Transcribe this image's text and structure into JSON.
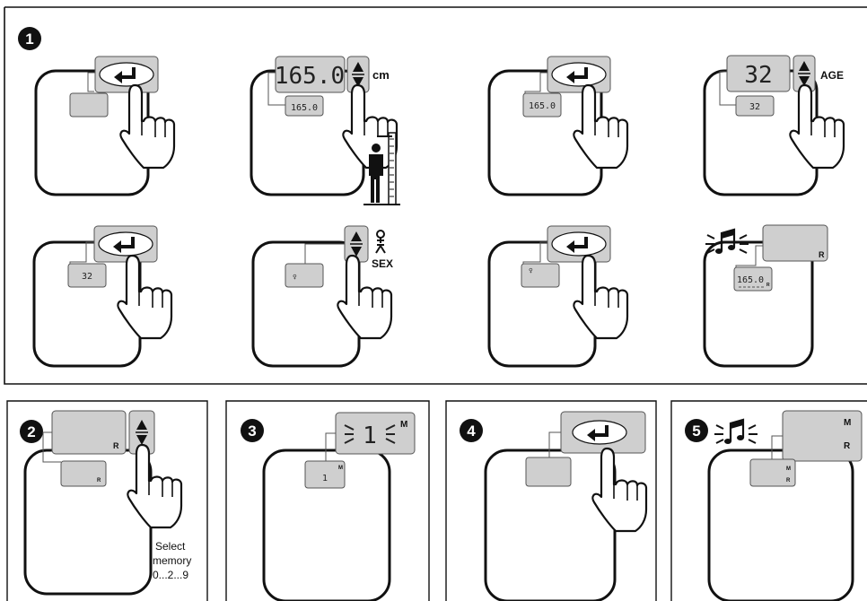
{
  "steps": [
    {
      "number": "1"
    },
    {
      "number": "2"
    },
    {
      "number": "3"
    },
    {
      "number": "4"
    },
    {
      "number": "5"
    }
  ],
  "height": {
    "value": "165.0",
    "small_value": "165.0",
    "unit": "cm"
  },
  "age": {
    "value": "32",
    "small_value": "32",
    "label": "AGE"
  },
  "sex": {
    "label": "SEX",
    "small_value": "♀"
  },
  "confirm_result": {
    "small_value": "165.0",
    "indicator": "R"
  },
  "memory": {
    "indicator_r": "R",
    "indicator_m": "M",
    "flash_digit": "1",
    "small_digit": "1",
    "select_label": [
      "Select",
      "memory",
      "0...2...9"
    ]
  },
  "icons": [
    "enter-button-icon",
    "up-down-arrow-icon",
    "pointing-hand-icon",
    "person-height-icon",
    "sex-symbol-icon",
    "beep-icon"
  ],
  "colors": {
    "display_fill": "#cfcfcf",
    "line": "#111111",
    "background": "#ffffff"
  }
}
